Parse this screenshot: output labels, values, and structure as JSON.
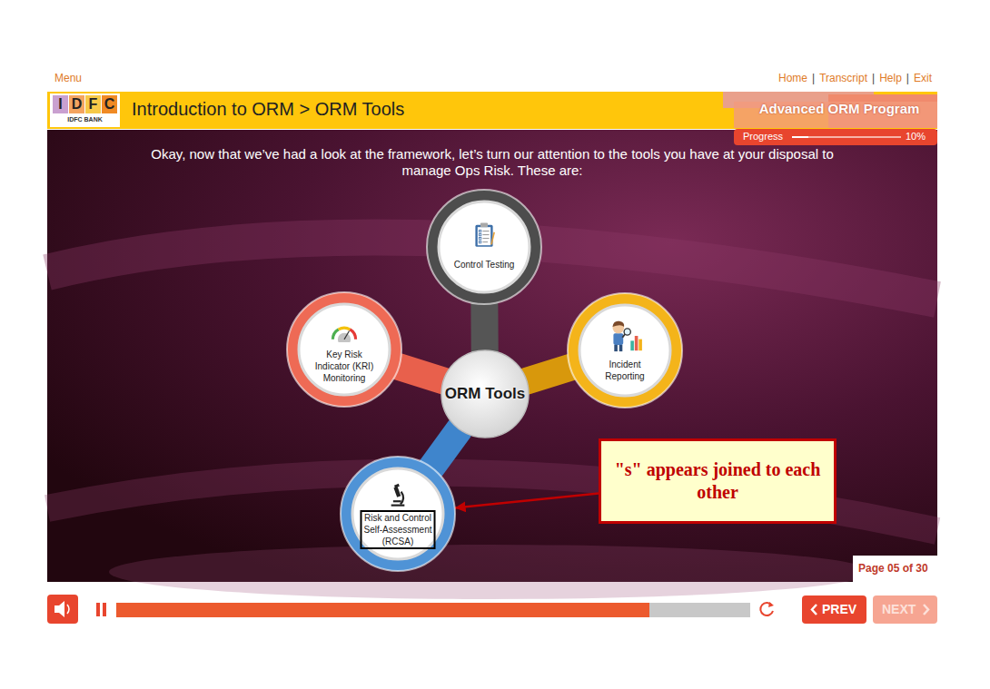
{
  "diagram": {
    "title": "Introduction to ORM > ORM Tools",
    "nodes": [
      {
        "text": [
          "Control Testing"
        ]
      },
      {
        "text": [
          "Key Risk Indicator (KRI) Monitoring"
        ]
      },
      {
        "text": [
          "ORM Tools"
        ]
      },
      {
        "text": [
          "Incident Reporting"
        ]
      },
      {
        "text": [
          "Risk and Control Self-Assessment (RCSA)"
        ]
      },
      {
        "text": [
          "\"s\" appears joined to each other"
        ]
      }
    ],
    "edges": [
      {
        "from": 2,
        "to": 0,
        "arrow": "none"
      },
      {
        "from": 2,
        "to": 1,
        "arrow": "none"
      },
      {
        "from": 2,
        "to": 3,
        "arrow": "none"
      },
      {
        "from": 2,
        "to": 4,
        "arrow": "none"
      },
      {
        "from": 5,
        "to": 4,
        "arrow": "to"
      }
    ],
    "labels": [
      "Menu",
      "Home",
      "|",
      "Transcript",
      "|",
      "Help",
      "|",
      "Exit",
      "I",
      "D",
      "F",
      "C",
      "IDFC BANK",
      "Advanced ORM Program",
      "Progress",
      "10%",
      "Okay, now that we’ve had a look at the framework, let’s turn our attention to the tools you have at your disposal to manage Ops Risk. These are:",
      "Page 05 of 30",
      "PREV",
      "NEXT"
    ]
  }
}
